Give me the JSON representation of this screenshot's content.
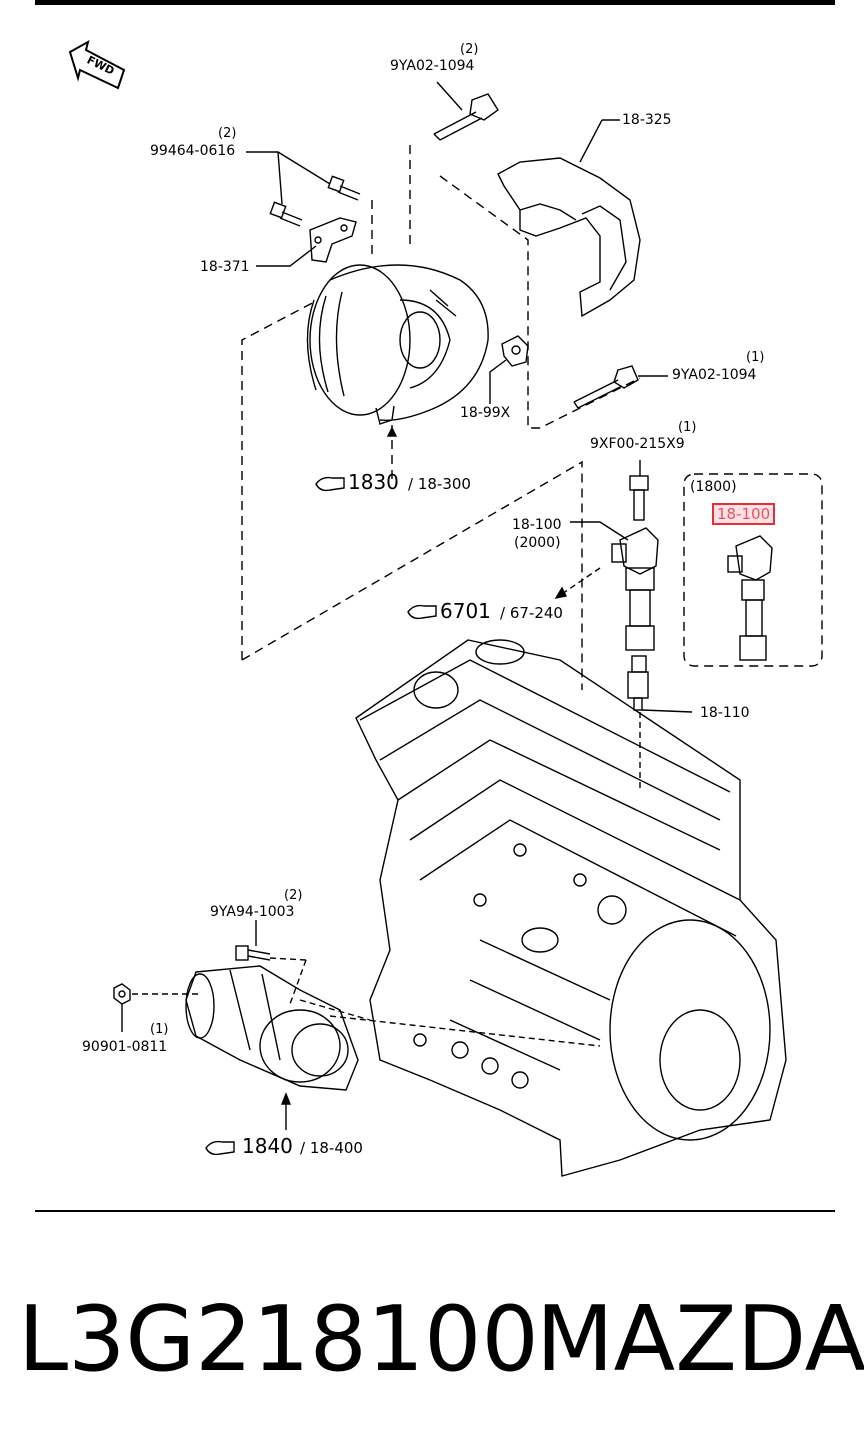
{
  "fwd_label": "FWD",
  "labels": {
    "bolt_top_qty": "(2)",
    "bolt_top_pn": "9YA02-1094",
    "cover_pn": "18-325",
    "bolt_left_qty": "(2)",
    "bolt_left_pn": "99464-0616",
    "bracket_pn": "18-371",
    "sensor_pn": "18-99X",
    "bolt_right_qty": "(1)",
    "bolt_right_pn": "9YA02-1094",
    "alt_ref_num": "1830",
    "alt_ref_pn": "/ 18-300",
    "coil_bolt_qty": "(1)",
    "coil_bolt_pn": "9XF00-215X9",
    "coil_pn": "18-100",
    "coil_variant": "(2000)",
    "inset_variant": "(1800)",
    "inset_coil_pn": "18-100",
    "engine_ref_num": "6701",
    "engine_ref_pn": "/ 67-240",
    "plug_pn": "18-110",
    "starter_bolt_qty": "(2)",
    "starter_bolt_pn": "9YA94-1003",
    "nut_qty": "(1)",
    "nut_pn": "90901-0811",
    "starter_ref_num": "1840",
    "starter_ref_pn": "/ 18-400"
  },
  "footer": {
    "part_number": "L3G218100",
    "brand": "MAZDA"
  },
  "colors": {
    "highlight_border": "#e0303a",
    "highlight_fill": "#ffaab4"
  }
}
